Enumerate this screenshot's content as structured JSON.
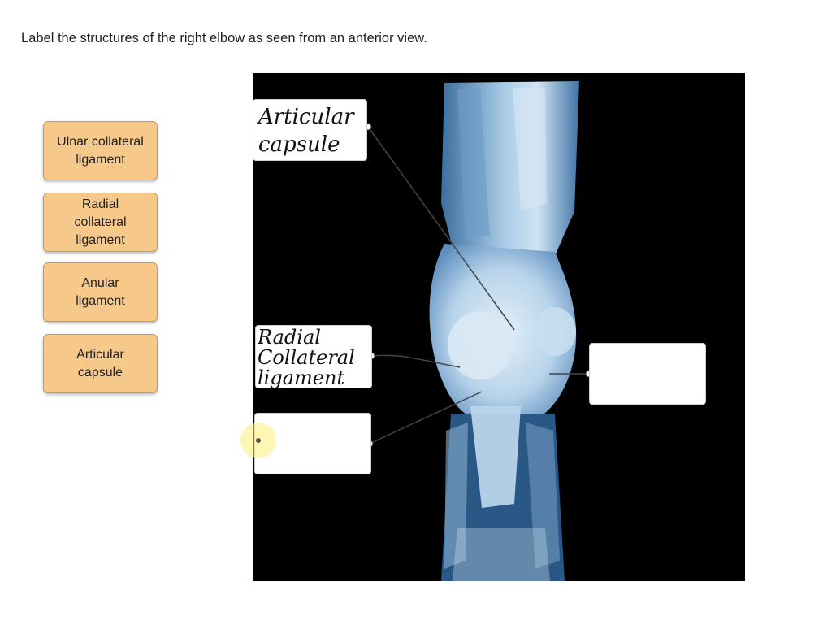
{
  "question": {
    "prompt": "Label the structures of the right elbow as seen from an anterior view."
  },
  "label_bank": [
    {
      "text": "Ulnar collateral\nligament"
    },
    {
      "text": "Radial\ncollateral\nligament"
    },
    {
      "text": "Anular\nligament"
    },
    {
      "text": "Articular\ncapsule"
    }
  ],
  "targets": [
    {
      "filled_text": "Articular\ncapsule"
    },
    {
      "filled_text": "Radial\nCollateral\nligament"
    },
    {
      "filled_text": ""
    },
    {
      "filled_text": ""
    }
  ],
  "colors": {
    "chip_fill": "#f6c98b",
    "chip_border": "#c69a5e",
    "image_background": "#000000",
    "cursor_highlight": "#ffec78"
  }
}
